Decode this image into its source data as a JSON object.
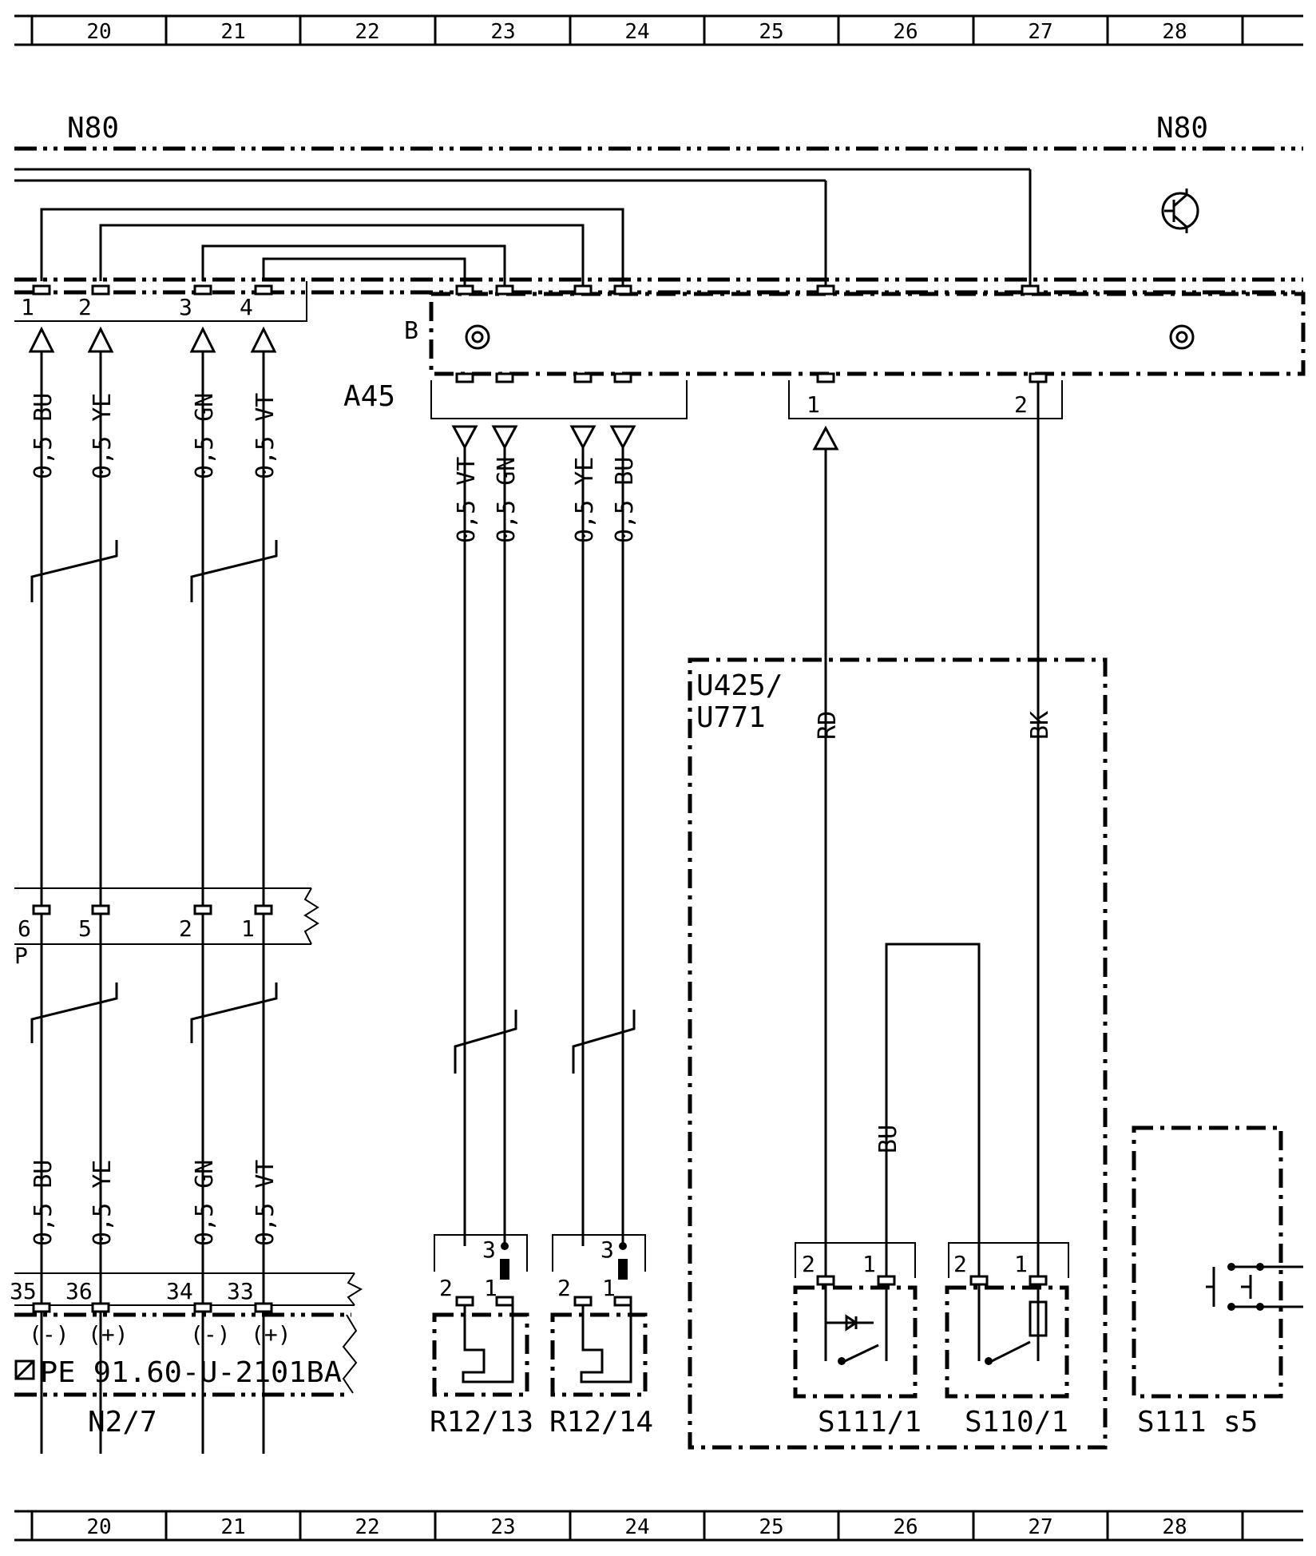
{
  "ruler": {
    "top": [
      "20",
      "21",
      "22",
      "23",
      "24",
      "25",
      "26",
      "27",
      "28"
    ],
    "bottom": [
      "20",
      "21",
      "22",
      "23",
      "24",
      "25",
      "26",
      "27",
      "28"
    ]
  },
  "bus": {
    "left_label": "N80",
    "right_label": "N80"
  },
  "module_a45": {
    "name": "A45",
    "part": "B",
    "output_pins": [
      "1",
      "2"
    ],
    "outputs": [
      "0,5 VT",
      "0,5 GN",
      "0,5 YE",
      "0,5 BU"
    ]
  },
  "left_connector_top": {
    "pins": [
      "1",
      "2",
      "3",
      "4"
    ],
    "wires": [
      "0,5 BU",
      "0,5 YE",
      "0,5 GN",
      "0,5 VT"
    ]
  },
  "left_connector_mid": {
    "pins": [
      "6",
      "5",
      "2",
      "1"
    ],
    "edge_char": "P"
  },
  "left_connector_bottom": {
    "pins": [
      "35",
      "36",
      "34",
      "33"
    ],
    "polarity": [
      "(-)",
      "(+)",
      "(-)",
      "(+)"
    ],
    "wires": [
      "0,5 BU",
      "0,5 YE",
      "0,5 GN",
      "0,5 VT"
    ],
    "reference": "PE 91.60-U-2101BA",
    "component": "N2/7"
  },
  "group_u425": {
    "label_line1": "U425/",
    "label_line2": "U771",
    "wire_left": "RD",
    "wire_right": "BK",
    "wire_bridge": "BU"
  },
  "components": {
    "r12_13": {
      "name": "R12/13",
      "pins": [
        "3",
        "2",
        "1"
      ]
    },
    "r12_14": {
      "name": "R12/14",
      "pins": [
        "3",
        "2",
        "1"
      ]
    },
    "s111_1": {
      "name": "S111/1",
      "pins": [
        "2",
        "1"
      ]
    },
    "s110_1": {
      "name": "S110/1",
      "pins": [
        "2",
        "1"
      ]
    },
    "s111": {
      "name": "S111",
      "suffix": "s5"
    }
  }
}
